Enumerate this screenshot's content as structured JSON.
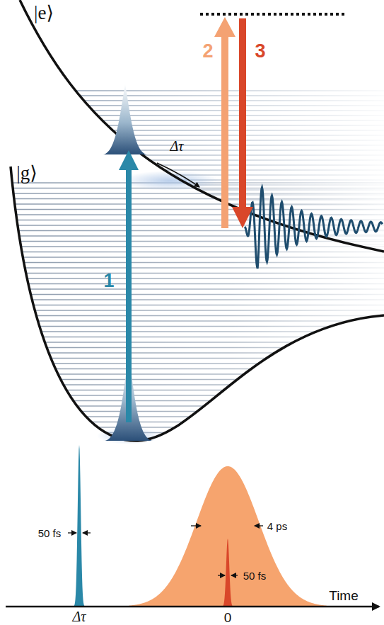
{
  "diagram": {
    "labels": [
      "|e⟩",
      "|g⟩",
      "1",
      "2",
      "3",
      "Δτ",
      "50 fs",
      "4 ps",
      "50 fs",
      "Δτ",
      "0",
      "Time"
    ]
  }
}
